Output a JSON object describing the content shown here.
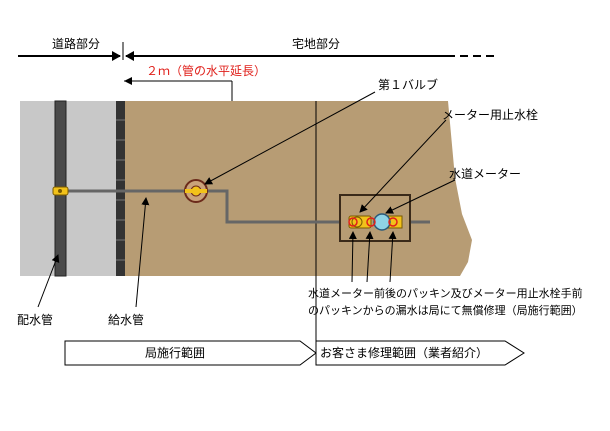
{
  "sections": {
    "road": "道路部分",
    "residential": "宅地部分"
  },
  "distance_label": "２ｍ（管の水平延長）",
  "labels": {
    "first_valve": "第１バルブ",
    "meter_stopcock": "メーター用止水栓",
    "water_meter": "水道メーター",
    "distribution_pipe": "配水管",
    "supply_pipe": "給水管"
  },
  "note": {
    "line1": "水道メーター前後のパッキン及びメーター用止水栓手前",
    "line2": "のパッキンからの漏水は局にて無償修理（局施行範囲）"
  },
  "ranges": {
    "bureau": "局施行範囲",
    "customer": "お客さま修理範囲（業者紹介）"
  },
  "colors": {
    "road": "#c8c8c8",
    "ground": "#b79c74",
    "pipe": "#666666",
    "red_text": "#e0201b",
    "meter": "#8fd3e6",
    "fitting": "#f2c21a"
  }
}
